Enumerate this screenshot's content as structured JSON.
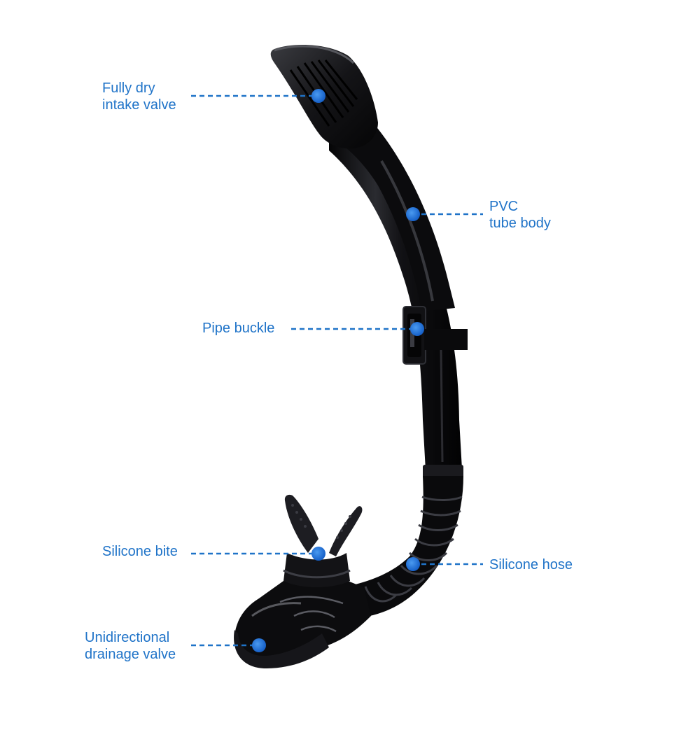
{
  "product": {
    "name": "dry snorkel",
    "body_color": "#0c0c0e",
    "accent_color": "#1f73c8",
    "dot_color": "#1f6fd6"
  },
  "callouts": [
    {
      "id": "intake",
      "lines": [
        "Fully dry",
        "intake valve"
      ]
    },
    {
      "id": "pvc",
      "lines": [
        "PVC",
        "tube body"
      ]
    },
    {
      "id": "buckle",
      "lines": [
        "Pipe buckle"
      ]
    },
    {
      "id": "bite",
      "lines": [
        "Silicone bite"
      ]
    },
    {
      "id": "hose",
      "lines": [
        "Silicone hose"
      ]
    },
    {
      "id": "drain",
      "lines": [
        "Unidirectional",
        "drainage valve"
      ]
    }
  ]
}
